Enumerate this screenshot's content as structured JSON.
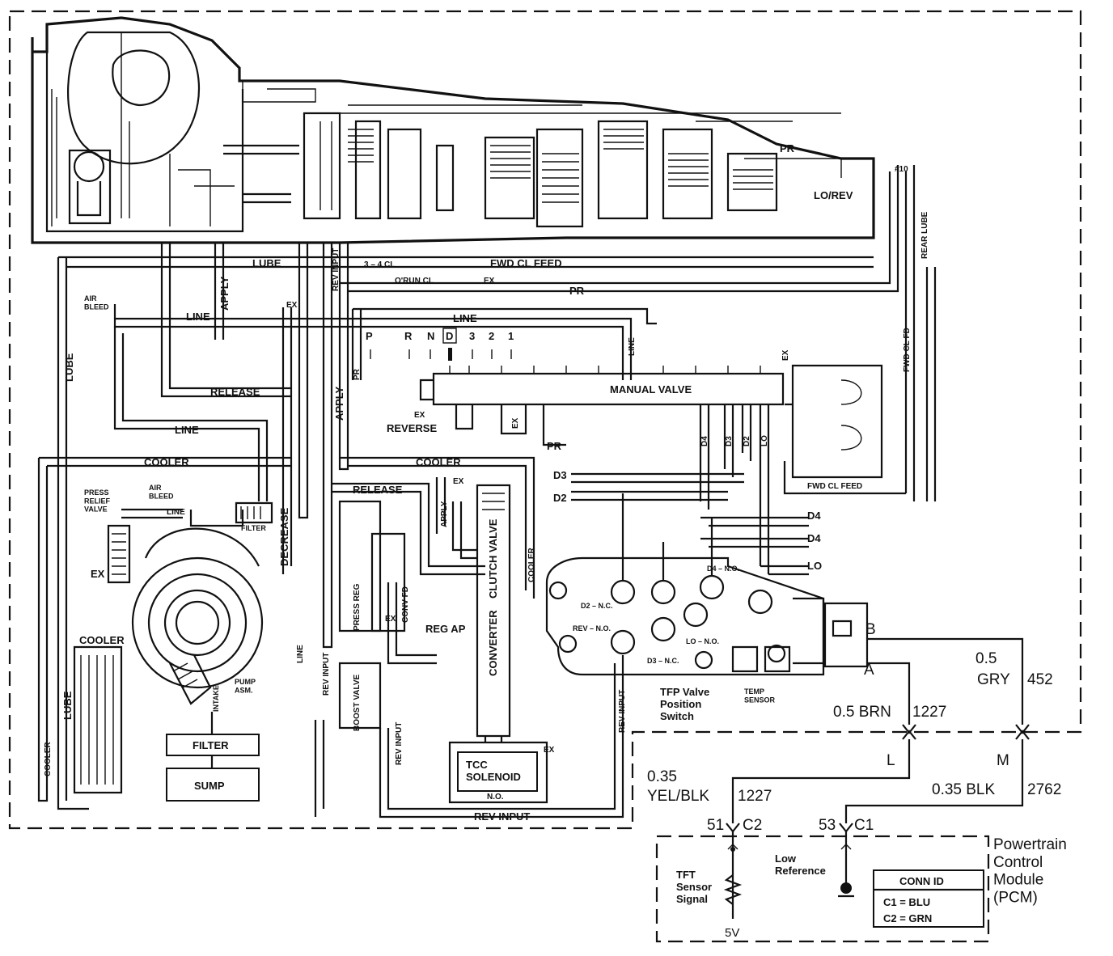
{
  "labels": {
    "pr": "PR",
    "hash10": "#10",
    "lo_rev": "LO/REV",
    "rear_lube": "REAR LUBE",
    "lube_top": "LUBE",
    "cl34": "3 – 4 CL",
    "fwd_cl_feed_top": "FWD CL FEED",
    "orun_cl": "O'RUN CL",
    "ex_orun": "EX",
    "pr_mid": "PR",
    "air_bleed_1": "AIR\nBLEED",
    "line_1": "LINE",
    "apply_1": "APPLY",
    "rev_input_top": "REV INPUT",
    "ex_top": "EX",
    "line_top2": "LINE",
    "pr_left": "PR",
    "line_vert": "LINE",
    "ex_right": "EX",
    "fwd_cl_fd_vert": "FWD CL FD",
    "lube_left": "LUBE",
    "release_1": "RELEASE",
    "apply_2": "APPLY",
    "manual_valve": "MANUAL VALVE",
    "ex_mv": "EX",
    "reverse": "REVERSE",
    "ex_mv2": "EX",
    "pr_mv": "PR",
    "line_2": "LINE",
    "d4_v": "D4",
    "d3_v": "D3",
    "d2_v": "D2",
    "lo_v": "LO",
    "cooler_1": "COOLER",
    "cooler_2": "COOLER",
    "d3": "D3",
    "d2": "D2",
    "fwd_cl_feed_2": "FWD CL FEED",
    "press_relief": "PRESS\nRELIEF\nVALVE",
    "air_bleed_2": "AIR\nBLEED",
    "line_3": "LINE",
    "filter_1": "FILTER",
    "release_2": "RELEASE",
    "ex_cv": "EX",
    "apply_3": "APPLY",
    "decrease": "DECREASE",
    "ex_pump": "EX",
    "d4_1": "D4",
    "d4_2": "D4",
    "lo": "LO",
    "conv_fd": "CONV FD",
    "ex_conv": "EX",
    "press_reg": "PRESS REG",
    "cooler_3": "COOLER",
    "clutch_valve": "CLUTCH VALVE",
    "converter": "CONVERTER",
    "reg_ap": "REG AP",
    "d2_nc": "D2 – N.C.",
    "d4_no": "D4 – N.O.",
    "rev_no": "REV – N.O.",
    "lo_no": "LO – N.O.",
    "d3_nc": "D3 – N.C.",
    "b": "B",
    "a": "A",
    "cooler_4": "COOLER",
    "lube_left2": "LUBE",
    "pump_asm": "PUMP\nASM.",
    "intake": "INTAKE",
    "rev_input_l": "REV INPUT",
    "line_l": "LINE",
    "boost_valve": "BOOST VALVE",
    "filter_2": "FILTER",
    "sump": "SUMP",
    "cooler_5": "COOLER",
    "rev_input_l2": "REV INPUT",
    "tcc_solenoid": "TCC\nSOLENOID",
    "no": "N.O.",
    "ex_tcc": "EX",
    "rev_input_bot": "REV INPUT",
    "rev_input_v3": "REV INPUT",
    "tfp_switch": "TFP Valve\nPosition\nSwitch",
    "temp_sensor": "TEMP\nSENSOR"
  },
  "range": [
    "P",
    "R",
    "N",
    "D",
    "3",
    "2",
    "1"
  ],
  "wiring": {
    "w_gry_size": "0.5",
    "w_gry_color": "GRY",
    "w_gry_circuit": "452",
    "w_brn": "0.5 BRN",
    "w_brn_circuit": "1227",
    "pin_l": "L",
    "pin_m": "M",
    "w_yel_size": "0.35",
    "w_yel_color": "YEL/BLK",
    "w_yel_circuit": "1227",
    "w_blk": "0.35 BLK",
    "w_blk_circuit": "2762",
    "pin_51": "51",
    "conn_c2": "C2",
    "pin_53": "53",
    "conn_c1": "C1",
    "pcm": "Powertrain\nControl\nModule\n(PCM)",
    "tft": "TFT\nSensor\nSignal",
    "low_ref": "Low\nReference",
    "v5": "5V",
    "conn_id_title": "CONN ID",
    "conn_id_c1": "C1  =  BLU",
    "conn_id_c2": "C2  =  GRN"
  }
}
